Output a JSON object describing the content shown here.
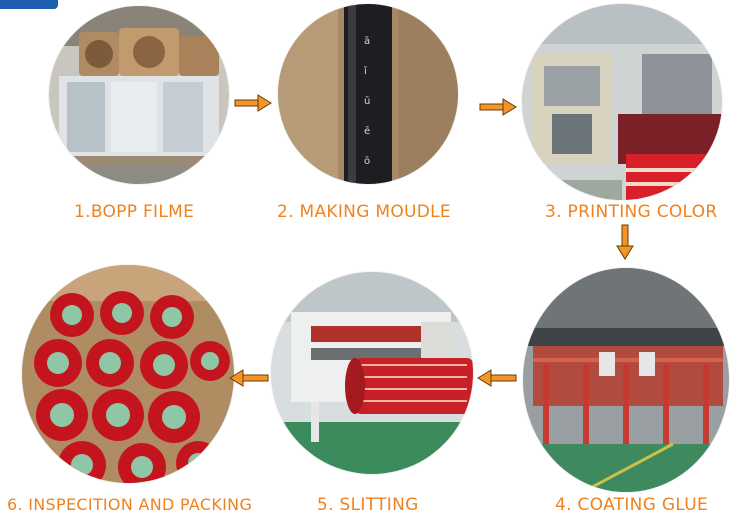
{
  "accent_color": "#f0821e",
  "arrow_color": "#f3962a",
  "steps": [
    {
      "label": "1.BOPP FILME",
      "photo": "bopp-film-rolls-photo"
    },
    {
      "label": "2. MAKING MOUDLE",
      "photo": "printing-cylinder-photo"
    },
    {
      "label": "3. PRINTING COLOR",
      "photo": "printing-machine-photo"
    },
    {
      "label": "4. COATING GLUE",
      "photo": "coating-line-photo"
    },
    {
      "label": "5. SLITTING",
      "photo": "slitting-machine-photo"
    },
    {
      "label": "6. INSPECITION AND PACKING",
      "photo": "tape-rolls-packing-photo"
    }
  ]
}
